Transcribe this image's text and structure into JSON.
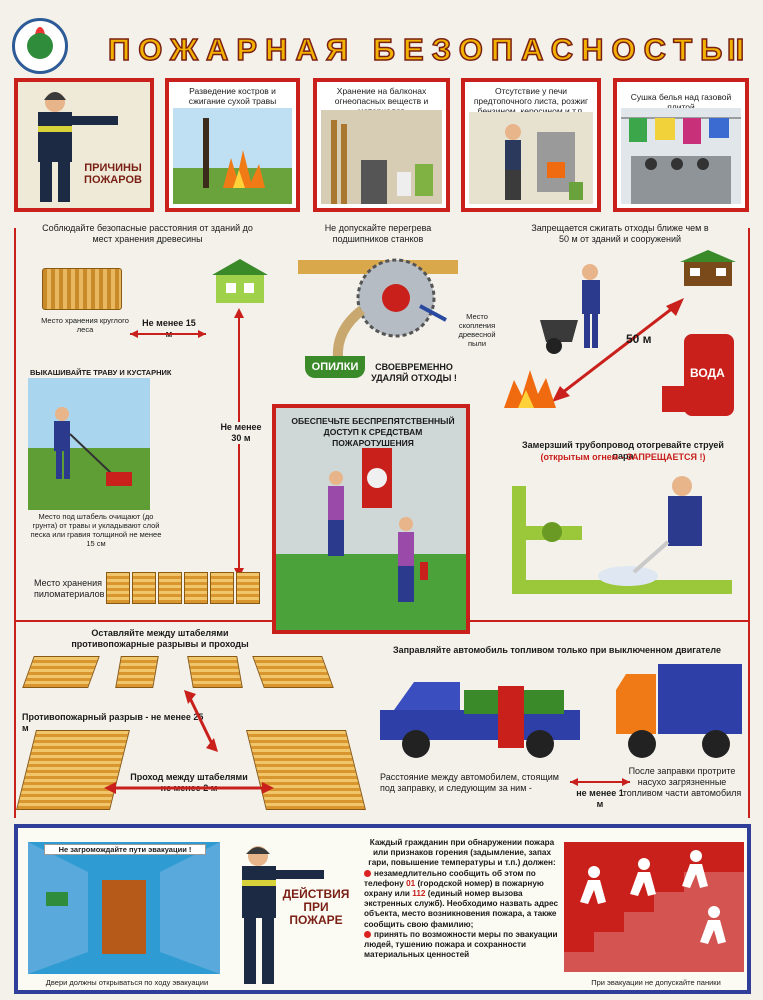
{
  "header": {
    "title": "ПОЖАРНАЯ  БЕЗОПАСНОСТЬ",
    "part": "II"
  },
  "causes": {
    "label": "ПРИЧИНЫ ПОЖАРОВ",
    "panels": [
      {
        "caption": "Разведение костров и сжигание сухой травы"
      },
      {
        "caption": "Хранение на балконах огнеопасных веществ и материалов"
      },
      {
        "caption": "Отсутствие у печи предтопочного листа, розжиг бензином, керосином и т.п."
      },
      {
        "caption": "Сушка белья над газовой плитой"
      }
    ]
  },
  "section_left": {
    "distance_note": "Соблюдайте безопасные расстояния от зданий до мест хранения древесины",
    "round_wood": "Место хранения круглого леса",
    "min_15": "Не менее 15 м",
    "min_30": "Не менее 30 м",
    "grass_header": "ВЫКАШИВАЙТЕ ТРАВУ И КУСТАРНИК",
    "grass_note": "Место под штабель очищают (до грунта) от травы и укладывают слой песка или гравия толщиной не менее 15 см",
    "lumber": "Место хранения пиломатериалов"
  },
  "section_mid": {
    "bearing_note": "Не допускайте перегрева подшипников станков",
    "dust_place": "Место скопления древесной пыли",
    "sawdust_cart": "ОПИЛКИ",
    "remove_waste": "СВОЕВРЕМЕННО УДАЛЯЙ ОТХОДЫ !",
    "access_title": "ОБЕСПЕЧЬТЕ БЕСПРЕПЯТСТВЕННЫЙ ДОСТУП К СРЕДСТВАМ ПОЖАРОТУШЕНИЯ"
  },
  "section_right": {
    "burn_note": "Запрещается сжигать отходы ближе чем в 50 м от зданий и сооружений",
    "dist_50": "50 м",
    "barrel": "ВОДА",
    "pipe_note": "Замерзший трубопровод отогревайте струей пара",
    "pipe_warning": "(открытым огнем - ЗАПРЕЩАЕТСЯ !)"
  },
  "stacks": {
    "gaps_note": "Оставляйте между штабелями противопожарные разрывы и проходы",
    "firebreak": "Противопожарный разрыв - не менее 25 м",
    "passage": "Проход между штабелями не менее 2 м"
  },
  "fueling": {
    "note": "Заправляйте автомобиль топливом только при выключенном двигателе",
    "distance": "Расстояние между автомобилем, стоящим под заправку, и следующим за ним -",
    "min_1": "не менее 1 м",
    "wipe": "После заправки протрите насухо загрязненные топливом части автомобиля"
  },
  "actions": {
    "corridor_sign": "Не загромождайте пути эвакуации !",
    "door_note": "Двери должны открываться по ходу эвакуации",
    "title": "ДЕЙСТВИЯ ПРИ ПОЖАРЕ",
    "intro": "Каждый гражданин при обнаружении пожара или признаков горения (задымление, запах гари, повышение температуры и т.п.) должен:",
    "item1_a": "незамедлительно сообщить об этом по телефону",
    "num_01": "01",
    "item1_b": "(городской номер) в пожарную охрану или",
    "num_112": "112",
    "item1_c": "(единый номер вызова экстренных служб). Необходимо назвать адрес объекта, место возникновения пожара, а также сообщить свою фамилию;",
    "item2": "принять по возможности меры по эвакуации людей, тушению пожара и сохранности материальных ценностей",
    "panic": "При эвакуации не допускайте паники"
  }
}
